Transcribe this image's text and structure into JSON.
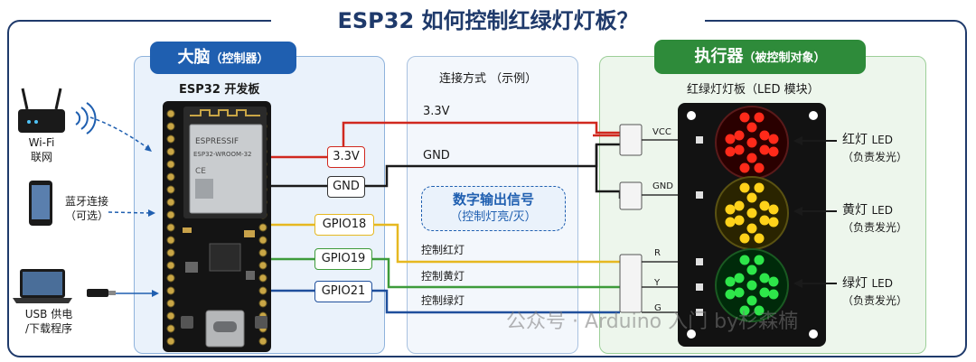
{
  "title": "ESP32 如何控制红绿灯灯板？",
  "brain": {
    "pill_main": "大脑",
    "pill_sub": "（控制器）",
    "board_title": "ESP32 开发板",
    "module_brand": "ESPRESSIF",
    "module_model": "ESP32-WROOM-32"
  },
  "left_devices": {
    "wifi_label": "Wi-Fi",
    "wifi_label2": "联网",
    "bt_label": "蓝牙连接",
    "bt_label2": "（可选）",
    "usb_label": "USB 供电",
    "usb_label2": "/下载程序"
  },
  "connection": {
    "heading": "连接方式 （示例）",
    "pins": [
      "3.3V",
      "GND",
      "GPIO18",
      "GPIO19",
      "GPIO21"
    ],
    "wire_labels": {
      "v33": "3.3V",
      "gnd": "GND",
      "red": "控制红灯",
      "yellow": "控制黄灯",
      "green": "控制绿灯"
    },
    "signal_title": "数字输出信号",
    "signal_sub": "（控制灯亮/灭）"
  },
  "exec": {
    "pill_main": "执行器",
    "pill_sub": "（被控制对象）",
    "board_title": "红绿灯灯板（LED 模块）",
    "pin_vcc": "VCC",
    "pin_gnd": "GND",
    "pin_r": "R",
    "pin_y": "Y",
    "pin_g": "G",
    "red_label": "红灯",
    "yellow_label": "黄灯",
    "green_label": "绿灯",
    "led_suffix": "LED",
    "led_sub": "（负责发光）"
  },
  "watermark": "公众号 · Arduino 入门 by杉森楠",
  "colors": {
    "title_blue": "#1f3a6b",
    "brain_blue": "#1f5fb0",
    "exec_green": "#2e8b3a",
    "wire_red": "#d0281f",
    "wire_black": "#1a1a1a",
    "wire_yellow": "#e6b820",
    "wire_green": "#3d9b3a",
    "wire_blue": "#1f4f9c"
  },
  "icons": [
    "router-icon",
    "wifi-waves-icon",
    "phone-icon",
    "laptop-icon",
    "usb-cable-icon"
  ]
}
